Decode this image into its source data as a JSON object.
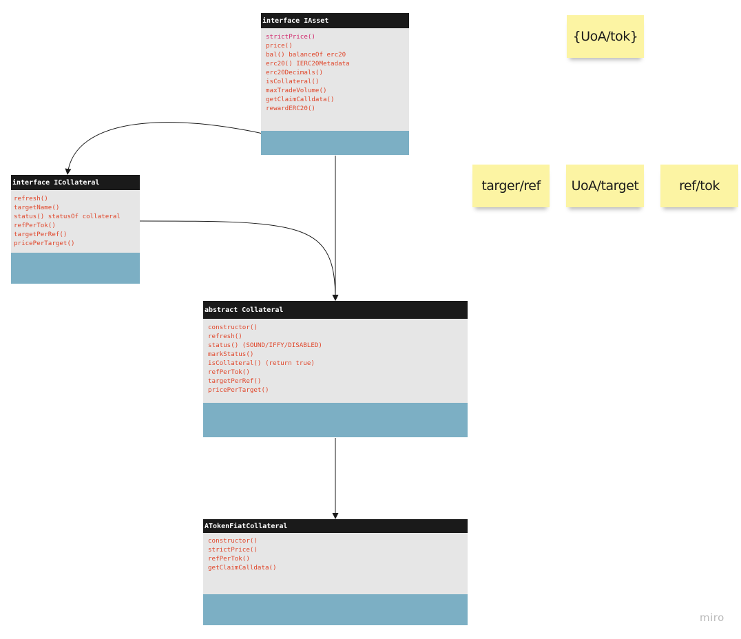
{
  "boxes": {
    "iasset": {
      "title": "interface IAsset",
      "items": [
        "strictPrice()",
        "price()",
        "bal() balanceOf erc20",
        "erc20() IERC20Metadata",
        "erc20Decimals()",
        "isCollateral()",
        "maxTradeVolume()",
        "getClaimCalldata()",
        "rewardERC20()"
      ]
    },
    "icollateral": {
      "title": "interface ICollateral",
      "items": [
        "refresh()",
        "targetName()",
        "status() statusOf collateral",
        "refPerTok()",
        "targetPerRef()",
        "pricePerTarget()"
      ]
    },
    "collateral": {
      "title": "abstract Collateral",
      "items": [
        "constructor()",
        "refresh()",
        "status() (SOUND/IFFY/DISABLED)",
        "markStatus()",
        "isCollateral() (return true)",
        "refPerTok()",
        "targetPerRef()",
        "pricePerTarget()"
      ]
    },
    "atoken": {
      "title": "ATokenFiatCollateral",
      "items": [
        "constructor()",
        "strictPrice()",
        "refPerTok()",
        "getClaimCalldata()"
      ]
    }
  },
  "stickies": {
    "uoa_tok": "{UoA/tok}",
    "target_ref": "targer/ref",
    "uoa_target": "UoA/target",
    "ref_tok": "ref/tok"
  },
  "brand": "miro",
  "colors": {
    "header": "#1a1a1a",
    "body": "#e6e6e6",
    "footer": "#7cafc4",
    "method": "#e0462a",
    "method_highlight": "#d0256a",
    "sticky": "#fcf4a3"
  }
}
